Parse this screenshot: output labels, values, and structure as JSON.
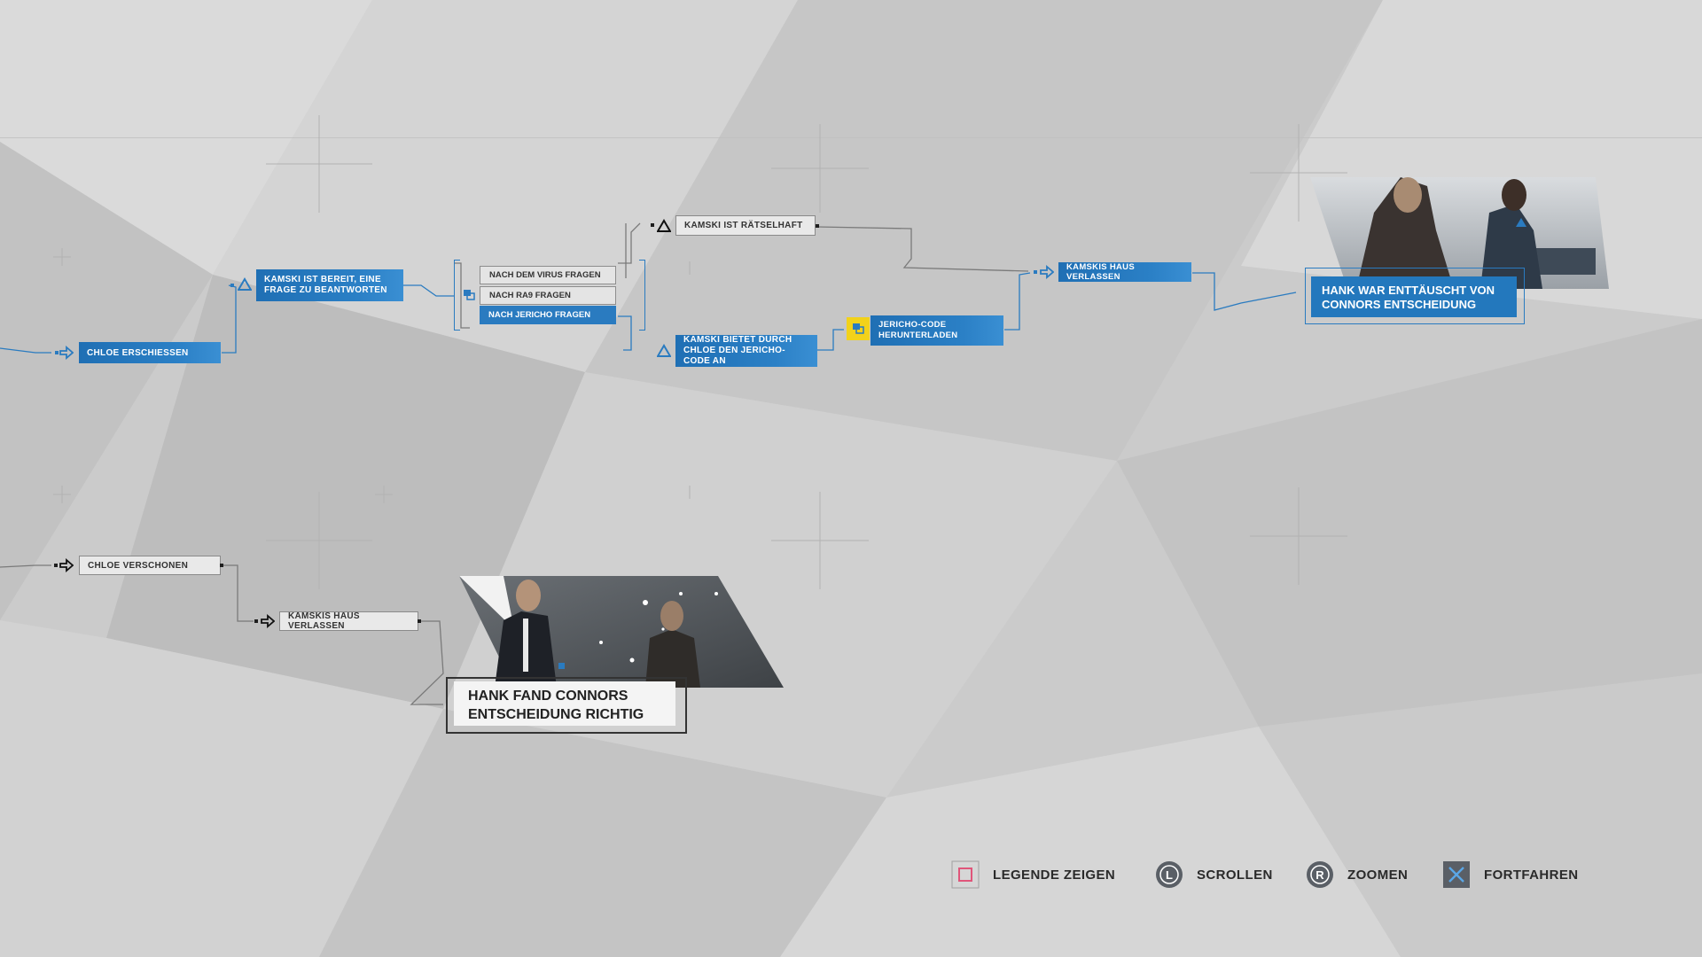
{
  "flowchart": {
    "chloe_shoot": "CHLOE ERSCHIESSEN",
    "kamski_ready": "KAMSKI IST BEREIT, EINE FRAGE ZU BEANTWORTEN",
    "options": [
      "NACH DEM VIRUS FRAGEN",
      "NACH RA9 FRAGEN",
      "NACH JERICHO FRAGEN"
    ],
    "kamski_riddle": "KAMSKI IST RÄTSELHAFT",
    "kamski_offers": "KAMSKI BIETET DURCH CHLOE DEN JERICHO-CODE AN",
    "jericho_download": "JERICHO-CODE HERUNTERLADEN",
    "leave_house_top": "KAMSKIS HAUS VERLASSEN",
    "chloe_spare": "CHLOE VERSCHONEN",
    "leave_house_bottom": "KAMSKIS HAUS VERLASSEN"
  },
  "endings": {
    "top": "HANK WAR ENTTÄUSCHT VON CONNORS ENTSCHEIDUNG",
    "bottom": "HANK FAND CONNORS ENTSCHEIDUNG RICHTIG"
  },
  "controls": [
    {
      "label": "LEGENDE ZEIGEN",
      "icon": "square-button-icon"
    },
    {
      "label": "SCROLLEN",
      "icon": "left-stick-icon",
      "glyph": "L"
    },
    {
      "label": "ZOOMEN",
      "icon": "right-stick-icon",
      "glyph": "R"
    },
    {
      "label": "FORTFAHREN",
      "icon": "cross-button-icon"
    }
  ],
  "colors": {
    "selected": "#2a7bc0",
    "background": "#cfcfcf",
    "highlight": "#f2d21a",
    "square": "#e0557a",
    "cross": "#5aa7e6"
  }
}
